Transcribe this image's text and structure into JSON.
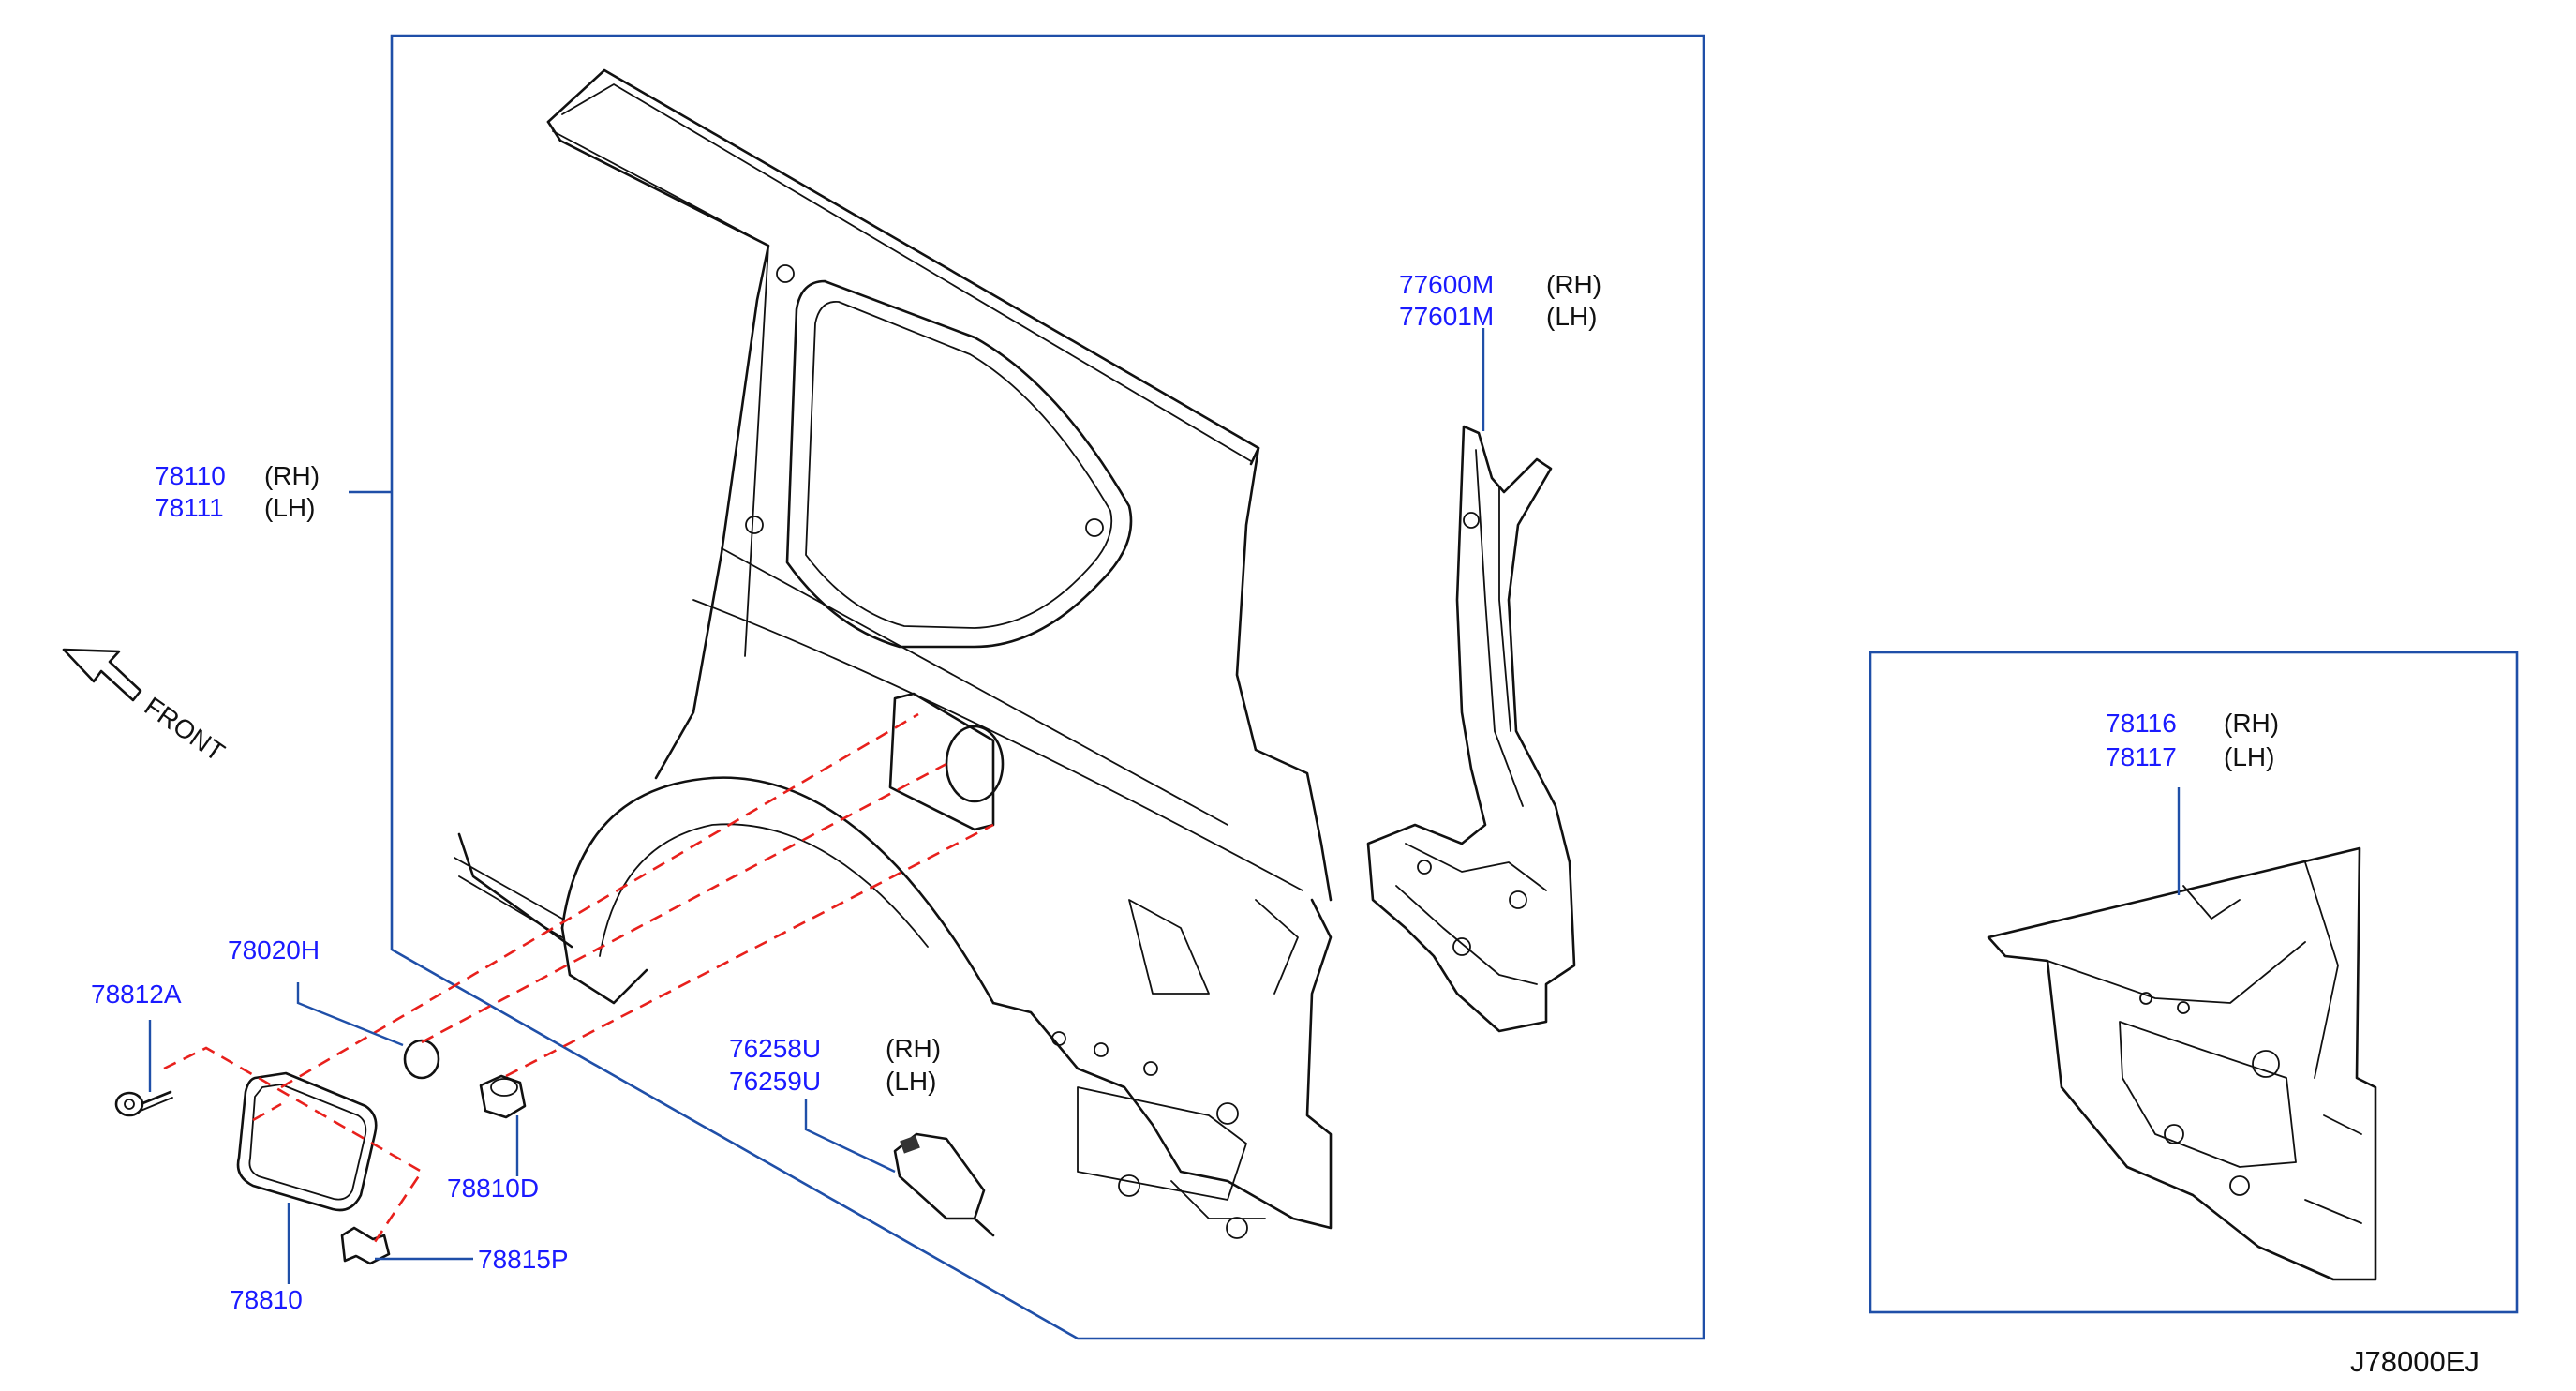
{
  "diagram": {
    "callouts": {
      "quarter_panel": {
        "part_rh": "78110",
        "side_rh": "(RH)",
        "part_lh": "78111",
        "side_lh": "(LH)"
      },
      "inner_pillar": {
        "part_rh": "77600M",
        "side_rh": "(RH)",
        "part_lh": "77601M",
        "side_lh": "(LH)"
      },
      "inset_panel": {
        "part_rh": "78116",
        "side_rh": "(RH)",
        "part_lh": "78117",
        "side_lh": "(LH)"
      },
      "bracket": {
        "part_rh": "76258U",
        "side_rh": "(RH)",
        "part_lh": "76259U",
        "side_lh": "(LH)"
      },
      "grommet": "78020H",
      "screw": "78812A",
      "bumper": "78810D",
      "fuel_lid": "78810",
      "hinge": "78815P"
    },
    "front_label": "FRONT",
    "code": "J78000EJ",
    "colors": {
      "frame": "#1f4fa8",
      "part_number": "#1a1aff",
      "dashed_guide": "#e8201c",
      "line_art": "#111111"
    }
  }
}
